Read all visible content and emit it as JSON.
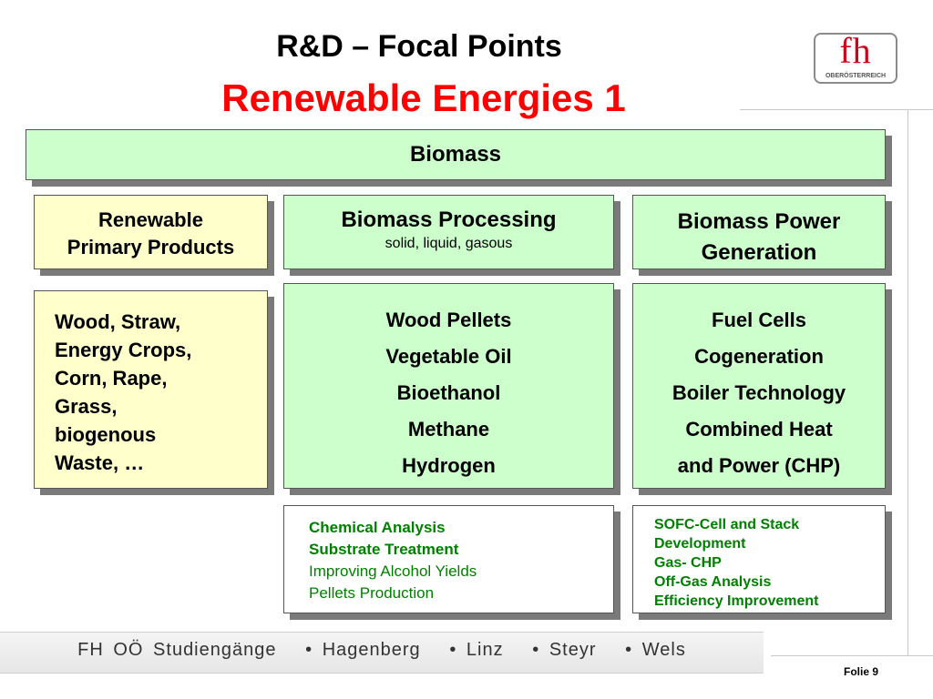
{
  "header": {
    "title_line1": "R&D – Focal Points",
    "title_line2": "Renewable Energies 1",
    "title_line2_color": "#ff0000"
  },
  "logo": {
    "main": "fh",
    "sub": "OBERÖSTERREICH",
    "color": "#d0021b"
  },
  "boxes": {
    "biomass": "Biomass",
    "renewable": [
      "Renewable",
      "Primary Products"
    ],
    "processing": {
      "heading": "Biomass Processing",
      "subheading": "solid, liquid, gasous"
    },
    "power_generation": [
      "Biomass Power",
      "Generation"
    ],
    "primary_products_list": [
      "Wood, Straw,",
      "Energy Crops,",
      "Corn, Rape,",
      "Grass,",
      "biogenous",
      "Waste, …"
    ],
    "processing_list": [
      "Wood Pellets",
      "Vegetable Oil",
      "Bioethanol",
      "Methane",
      "Hydrogen"
    ],
    "power_list": [
      "Fuel Cells",
      "Cogeneration",
      "Boiler Technology",
      "Combined Heat",
      "and Power (CHP)"
    ],
    "processing_research": [
      "Chemical Analysis",
      "Substrate Treatment",
      "Improving Alcohol Yields",
      "Pellets Production"
    ],
    "power_research": [
      "SOFC-Cell and Stack",
      "Development",
      "Gas- CHP",
      "Off-Gas Analysis",
      "Efficiency Improvement"
    ]
  },
  "colors": {
    "green_box": "#ccffcc",
    "yellow_box": "#ffffcc",
    "research_text_green": "#008000"
  },
  "footer": {
    "text": "FH OÖ Studiengänge   • Hagenberg   • Linz   • Steyr   • Wels",
    "slide": "Folie 9"
  }
}
